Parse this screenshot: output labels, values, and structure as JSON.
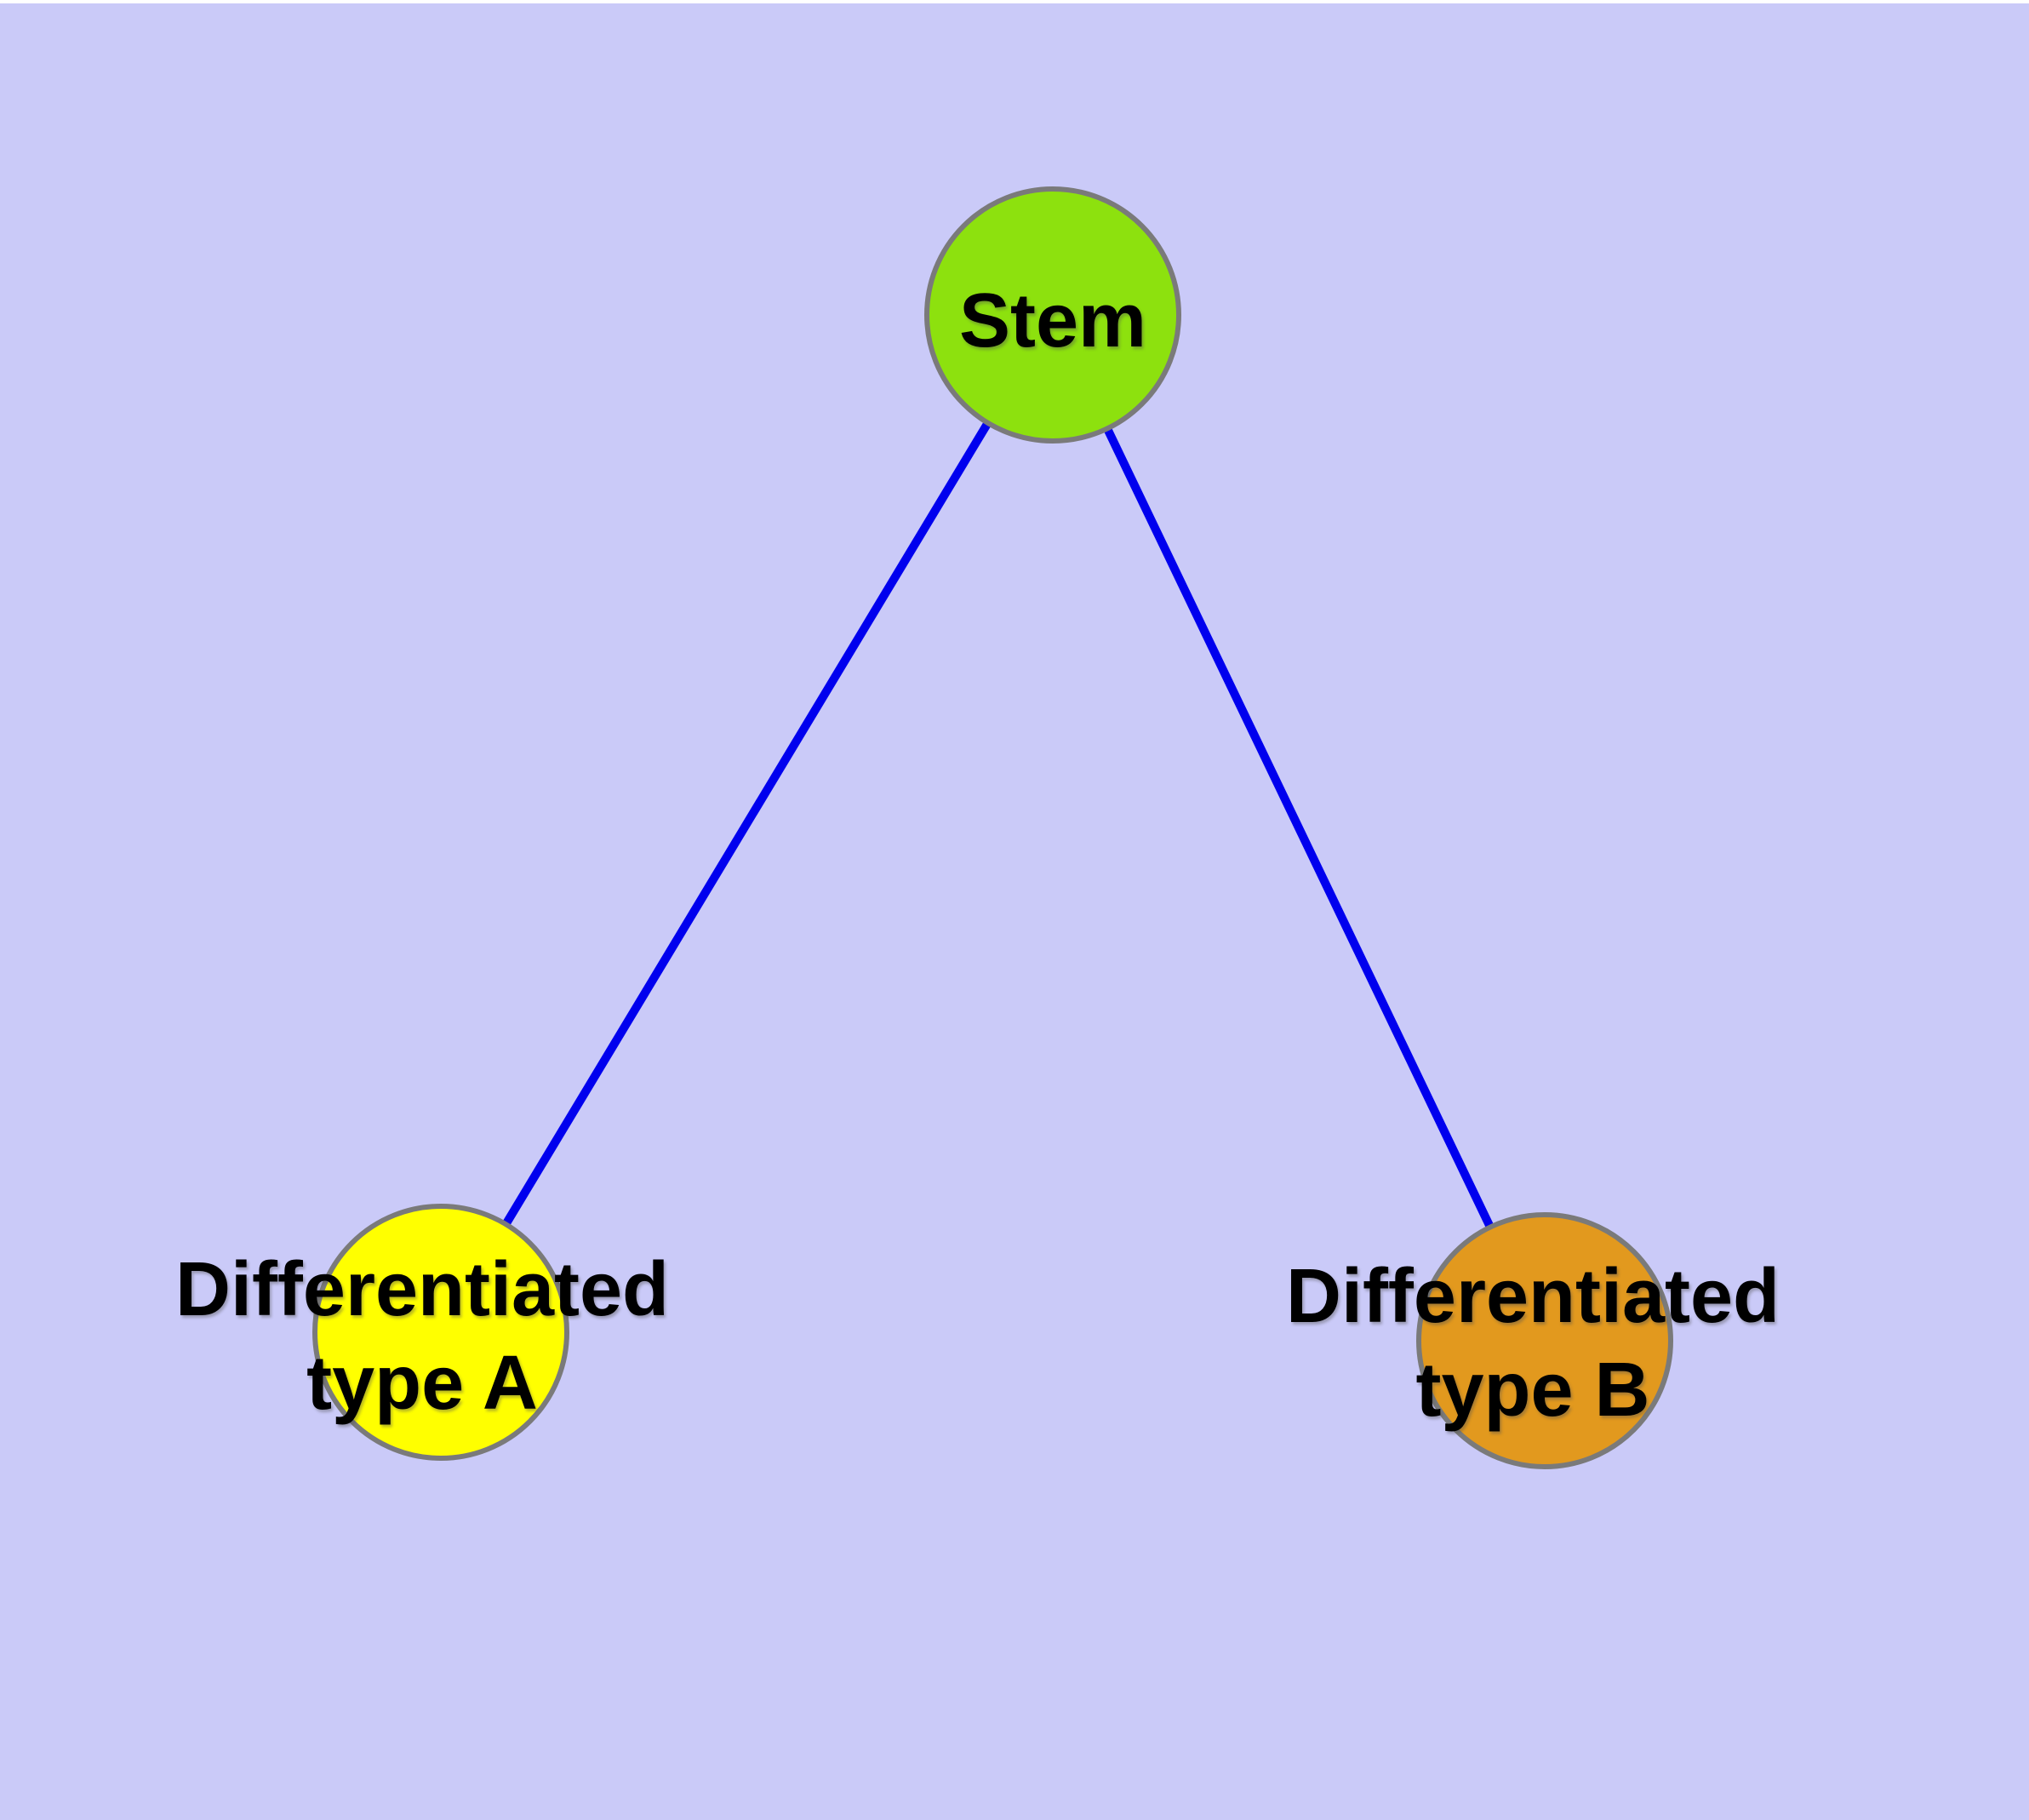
{
  "diagram": {
    "type": "node-link-graph",
    "nodes": [
      {
        "id": "stem",
        "label": "Stem",
        "lines": [
          "Stem"
        ]
      },
      {
        "id": "differentiated-type-a",
        "label": "Differentiated type A",
        "lines": [
          "Differentiated",
          "type A"
        ]
      },
      {
        "id": "differentiated-type-b",
        "label": "Differentiated type B",
        "lines": [
          "Differentiated",
          "type B"
        ]
      }
    ],
    "edges": [
      {
        "from": "Stem",
        "to": "Differentiated type A"
      },
      {
        "from": "Stem",
        "to": "Differentiated type B"
      }
    ]
  },
  "colors": {
    "background": "#CACAF8",
    "stem-fill": "#8DE10E",
    "type-a-fill": "#FFFF00",
    "type-b-fill": "#E2991E",
    "edge-stroke": "#0000EE",
    "node-border": "#7A7A7A",
    "label-text": "#000000"
  }
}
